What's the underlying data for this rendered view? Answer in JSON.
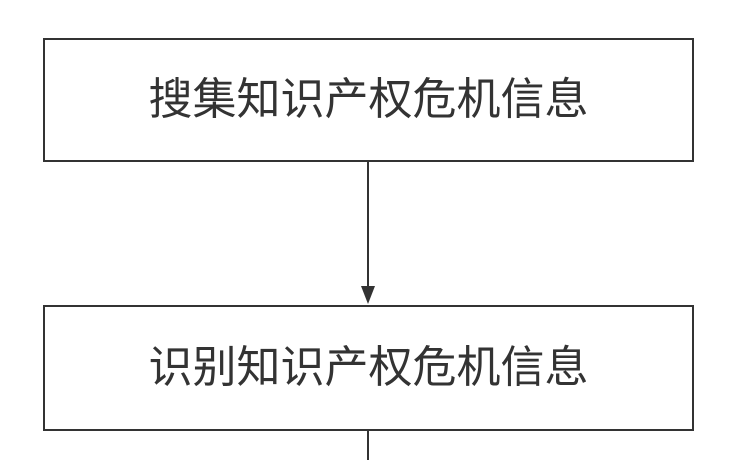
{
  "diagram": {
    "nodes": [
      {
        "id": "step-1",
        "label": "搜集知识产权危机信息"
      },
      {
        "id": "step-2",
        "label": "识别知识产权危机信息"
      }
    ],
    "edges": [
      {
        "from": "step-1",
        "to": "step-2"
      }
    ],
    "colors": {
      "stroke": "#333333",
      "text": "#333333",
      "fill": "#ffffff"
    }
  }
}
